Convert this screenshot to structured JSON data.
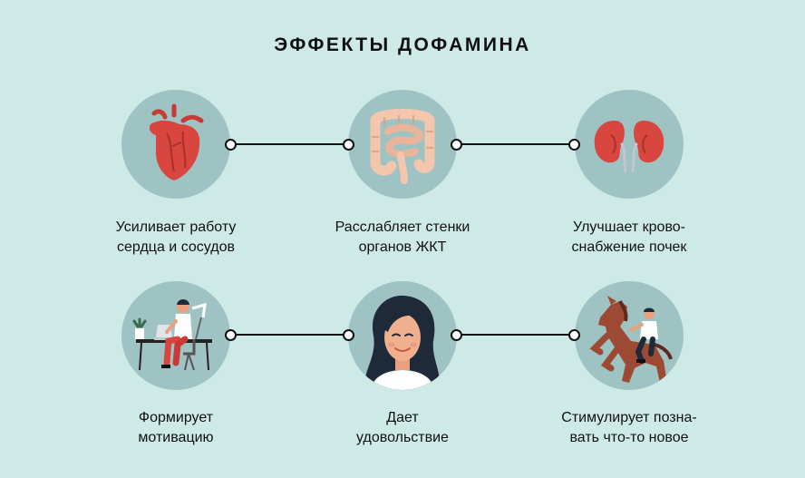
{
  "title": "ЭФФЕКТЫ ДОФАМИНА",
  "effects": [
    {
      "line1": "Усиливает работу",
      "line2": "сердца и сосудов",
      "icon": "heart-icon"
    },
    {
      "line1": "Расслабляет стенки",
      "line2": "органов ЖКТ",
      "icon": "intestines-icon"
    },
    {
      "line1": "Улучшает крово-",
      "line2": "снабжение почек",
      "icon": "kidneys-icon"
    },
    {
      "line1": "Формирует",
      "line2": "мотивацию",
      "icon": "working-person-icon"
    },
    {
      "line1": "Дает",
      "line2": "удовольствие",
      "icon": "smiling-woman-icon"
    },
    {
      "line1": "Стимулирует позна-",
      "line2": "вать что-то новое",
      "icon": "horse-rider-icon"
    }
  ],
  "colors": {
    "background": "#cdeae6",
    "circle": "#9ec3c2",
    "organ_red": "#d9463f",
    "intestine_pink": "#f3c6ad",
    "line": "#111111"
  }
}
